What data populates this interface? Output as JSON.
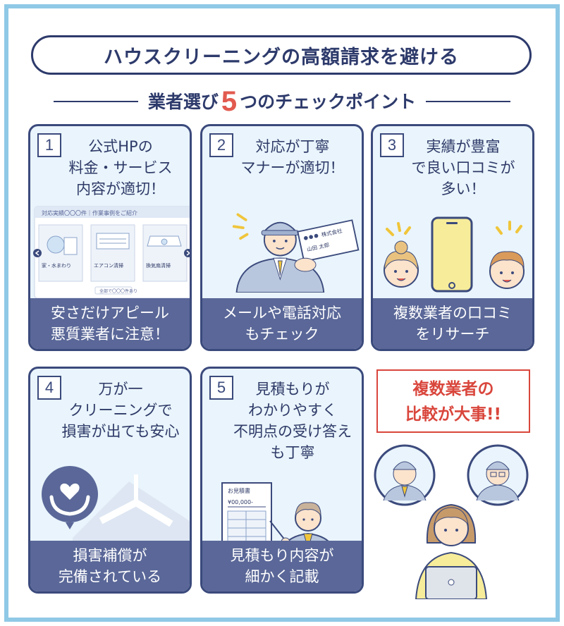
{
  "title": "ハウスクリーニングの高額請求を避ける",
  "subtitle": {
    "prefix": "業者選び",
    "number": "5",
    "suffix": "つのチェックポイント"
  },
  "cards": [
    {
      "num": "1",
      "head_lines": [
        "公式HPの",
        "料金・サービス",
        "内容が適切！"
      ],
      "foot_lines": [
        "安さだけアピール",
        "悪質業者に注意！"
      ],
      "mock_site": {
        "banner": "対応実績〇〇〇件｜作業事例をご紹介",
        "items": [
          "家・水まわり",
          "エアコン清掃",
          "換気扇清掃"
        ],
        "more": "全部で〇〇〇件あり"
      }
    },
    {
      "num": "2",
      "head_lines": [
        "対応が丁寧",
        "マナーが適切！"
      ],
      "foot_lines": [
        "メールや電話対応",
        "もチェック"
      ],
      "business_card": {
        "company": "株式会社",
        "name": "山田 太郎"
      }
    },
    {
      "num": "3",
      "head_lines": [
        "実績が豊富",
        "で良い口コミが",
        "多い！"
      ],
      "foot_lines": [
        "複数業者の口コミ",
        "をリサーチ"
      ]
    },
    {
      "num": "4",
      "head_lines": [
        "万が一",
        "クリーニングで",
        "損害が出ても安心"
      ],
      "foot_lines": [
        "損害補償が",
        "完備されている"
      ]
    },
    {
      "num": "5",
      "head_lines": [
        "見積もりが",
        "わかりやすく",
        "不明点の受け答え",
        "も丁寧"
      ],
      "foot_lines": [
        "見積もり内容が",
        "細かく記載"
      ],
      "estimate": {
        "title": "お見積書",
        "amount": "¥00,000-"
      }
    }
  ],
  "note_lines": [
    "複数業者の",
    "比較が大事!!"
  ],
  "colors": {
    "navy": "#2d3a6b",
    "frame": "#8fc9e6",
    "card_bg": "#e9f4fc",
    "card_foot": "#5a6798",
    "accent_red": "#e25a4f",
    "yellow": "#f7ec9a"
  }
}
